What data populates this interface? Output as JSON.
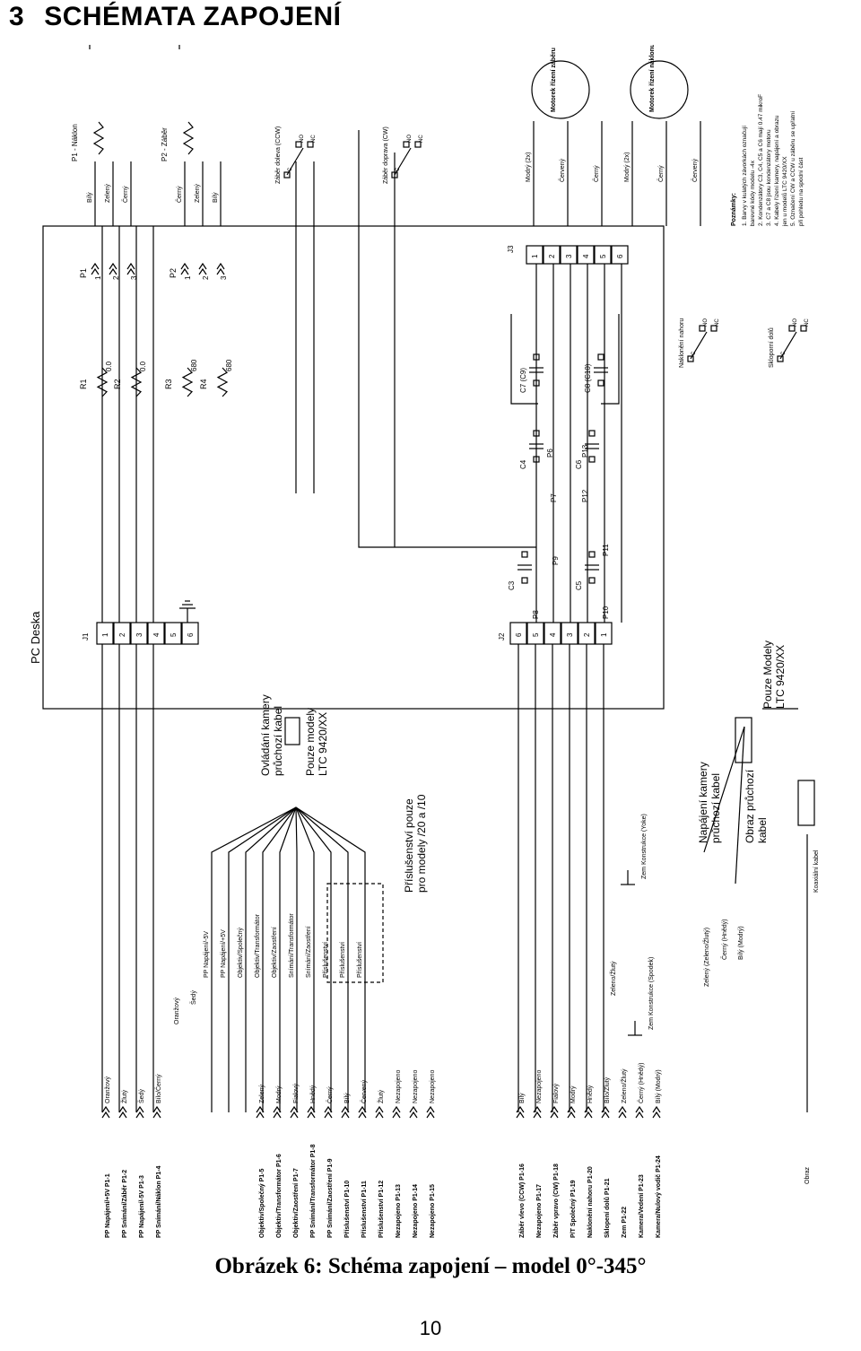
{
  "page": {
    "section_number": "3",
    "section_title": "SCHÉMATA ZAPOJENÍ",
    "caption": "Obrázek 6: Schéma zapojení – model 0°-345°",
    "page_number": "10"
  },
  "diagram": {
    "board_label": "PC Deska",
    "connectors": {
      "J1": {
        "name": "J1",
        "pins": [
          "1",
          "2",
          "3",
          "4",
          "5",
          "6"
        ]
      },
      "J2": {
        "name": "J2",
        "pins": [
          "6",
          "5",
          "4",
          "3",
          "2",
          "1"
        ]
      },
      "J3": {
        "name": "J3",
        "pins": [
          "1",
          "2",
          "3",
          "4",
          "5",
          "6"
        ]
      },
      "P1": {
        "name": "P1",
        "pins": [
          "1",
          "2",
          "3"
        ]
      },
      "P2": {
        "name": "P2",
        "pins": [
          "1",
          "2",
          "3"
        ]
      }
    },
    "resistors": [
      {
        "name": "R1",
        "value": "0.0"
      },
      {
        "name": "R2",
        "value": "0.0"
      },
      {
        "name": "R3",
        "value": "680"
      },
      {
        "name": "R4",
        "value": "680"
      }
    ],
    "capacitors": [
      "C3",
      "C4",
      "C5",
      "C6",
      "C7 (C9)",
      "C8 (C10)"
    ],
    "test_points": [
      "P6",
      "P7",
      "P8",
      "P9",
      "P10",
      "P11",
      "P12",
      "P13"
    ],
    "pots": [
      {
        "label": "P1 - Náklon",
        "wires": [
          "Bílý",
          "Zelený",
          "Černý"
        ]
      },
      {
        "label": "P2 - Záběr",
        "wires": [
          "Černý",
          "Zelený",
          "Bílý"
        ]
      }
    ],
    "switches": [
      {
        "label": "Záběr doleva (CCW)",
        "contacts": [
          "C",
          "NO",
          "NC"
        ]
      },
      {
        "label": "Záběr doprava (CW)",
        "contacts": [
          "C",
          "NO",
          "NC"
        ]
      },
      {
        "label": "Naklonění nahoru",
        "contacts": [
          "C",
          "NO",
          "NC"
        ]
      },
      {
        "label": "Skloporní dolů",
        "contacts": [
          "C",
          "NO",
          "NC"
        ]
      }
    ],
    "motors": [
      {
        "label": "Motorek řízení záběru",
        "wires": [
          "Modrý (2x)",
          "Červený",
          "Černý"
        ]
      },
      {
        "label": "Motorek řízení náklonu",
        "wires": [
          "Modrý (2x)",
          "Černý",
          "Červený"
        ]
      }
    ],
    "notes_title": "Poznámky:",
    "notes": [
      "1. Barvy v kulatých závorkách označují",
      "   barevné kódy modelu -4x",
      "2. Kondenzátory C3, C4, C5 a C6 mají 0.47 mikroF",
      "3. C7 a C8 jsou kondenzátory motoru",
      "4. Kabely řízení kamery, napájení a obrazu",
      "   jen u modelů LTC 9420/XX",
      "5. Označení CW a CCW u záběru se upřatní",
      "   při pohledu na spodní část"
    ],
    "cable_boxes": [
      {
        "label": "Ovládání kamery",
        "sub": "průchozí kabel"
      },
      {
        "label": "Pouze modely",
        "sub": "LTC 9420/XX"
      },
      {
        "label": "Příslušenství pouze",
        "sub": "pro modely /20 a /10"
      },
      {
        "label": "Napájení kamery",
        "sub": "průchozí kabel"
      },
      {
        "label": "Obraz průchozí",
        "sub": "kabel"
      },
      {
        "label": "Pouze Modely",
        "sub": "LTC 9420/XX"
      }
    ],
    "ground_labels": [
      "Zem Konstrukce (Yoke)",
      "Zem Konstrukce (Spodek)",
      "Koaxiální kabel"
    ],
    "wire_functions_top": [
      {
        "fn": "PP Napájení/+5V P1-1",
        "color": "Oranžový"
      },
      {
        "fn": "PP Snímání/Záběr P1-2",
        "color": "Žlutý"
      },
      {
        "fn": "PP Napájení/-5V P1-3",
        "color": "Šedý"
      },
      {
        "fn": "PP Snímání/Náklon P1-4",
        "color": "Bílo/Černý"
      }
    ],
    "wire_functions_mid": [
      {
        "fn": "Objektiv/Společný P1-5",
        "color": "Zelený"
      },
      {
        "fn": "Objektiv/Transformátor P1-6",
        "color": "Modrý"
      },
      {
        "fn": "Objektiv/Zaostření P1-7",
        "color": "Fialový"
      },
      {
        "fn": "PP Snímání/Transformátor P1-8",
        "color": "Hnědý"
      },
      {
        "fn": "PP Snímání/Zaostření P1-9",
        "color": "Černý"
      },
      {
        "fn": "Příslušenství P1-10",
        "color": "Bílý"
      },
      {
        "fn": "Příslušenství P1-11",
        "color": "Červený"
      },
      {
        "fn": "Příslušenství P1-12",
        "color": "Žlutý"
      },
      {
        "fn": "Nezapojeno P1-13",
        "color": "Nezapojeno"
      },
      {
        "fn": "Nezapojeno P1-14",
        "color": "Nezapojeno"
      },
      {
        "fn": "Nezapojeno P1-15",
        "color": "Nezapojeno"
      }
    ],
    "wire_functions_bottom": [
      {
        "fn": "Záběr vlevo (CCW) P1-16",
        "color": "Bílý"
      },
      {
        "fn": "Nezapojeno P1-17",
        "color": "Nezapojeno"
      },
      {
        "fn": "Záběr vpravo (CW) P1-18",
        "color": "Fialový"
      },
      {
        "fn": "P/T Společný P1-19",
        "color": "Modrý"
      },
      {
        "fn": "Naklonění nahoru P1-20",
        "color": "Hnědý"
      },
      {
        "fn": "Sklopení dolů P1-21",
        "color": "Bílo/Žlutý"
      },
      {
        "fn": "Zem P1-22",
        "color": "Zeleno/Žlutý"
      },
      {
        "fn": "Kamera/Vedení P1-23",
        "color": "Černý (Hnědý)"
      },
      {
        "fn": "Kamera/Nulový vodič P1-24",
        "color": "Bílý (Modrý)"
      }
    ],
    "harness_labels": [
      "PP Napájení/-5V",
      "PP Napájení/+5V",
      "Objektiv/Společný",
      "Objektiv/Transformátor",
      "Objektiv/Zaostření",
      "Snímání/Transformátor",
      "Snímání/Zaostření",
      "Příslušenství",
      "Příslušenství",
      "Příslušenství"
    ],
    "misc_labels": {
      "seda": "Šedý",
      "oranzova": "Oranžový",
      "zeleno_zluty": "Zeleno/Žlutý",
      "yoke_z_z": "Zelený (Zeleno/Žlutý)",
      "yoke_cerny": "Černý (Hnědý)",
      "yoke_bily": "Bílý (Modrý)",
      "obraz": "Obraz"
    }
  }
}
